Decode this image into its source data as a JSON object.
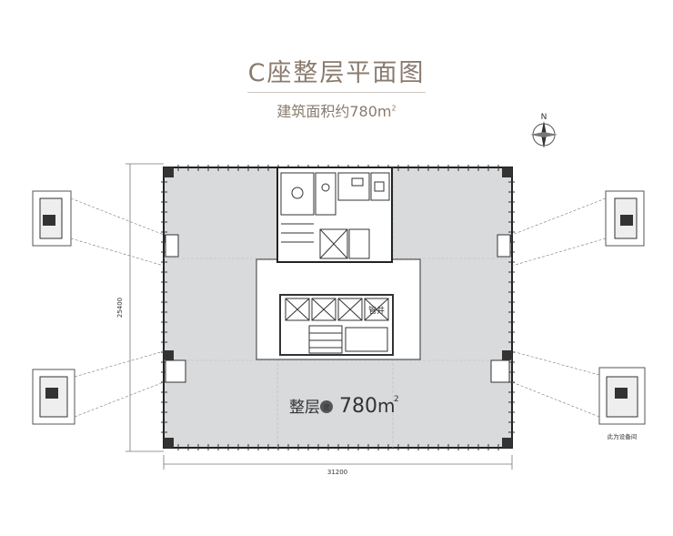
{
  "header": {
    "title": "C座整层平面图",
    "subtitle_prefix": "建筑面积约780m",
    "subtitle_sup": "2"
  },
  "compass": {
    "north_label": "N"
  },
  "plan": {
    "area_label": "整层",
    "area_badge": "建",
    "area_value": "780",
    "area_unit": "m",
    "area_unit_sup": "2",
    "core_label": "管井",
    "dimension_vertical": "25400",
    "dimension_horizontal": "31200",
    "note": "此为设备间"
  },
  "colors": {
    "floor_fill": "#d8dadc",
    "wall": "#222222",
    "accent_text": "#8a7b6f"
  }
}
